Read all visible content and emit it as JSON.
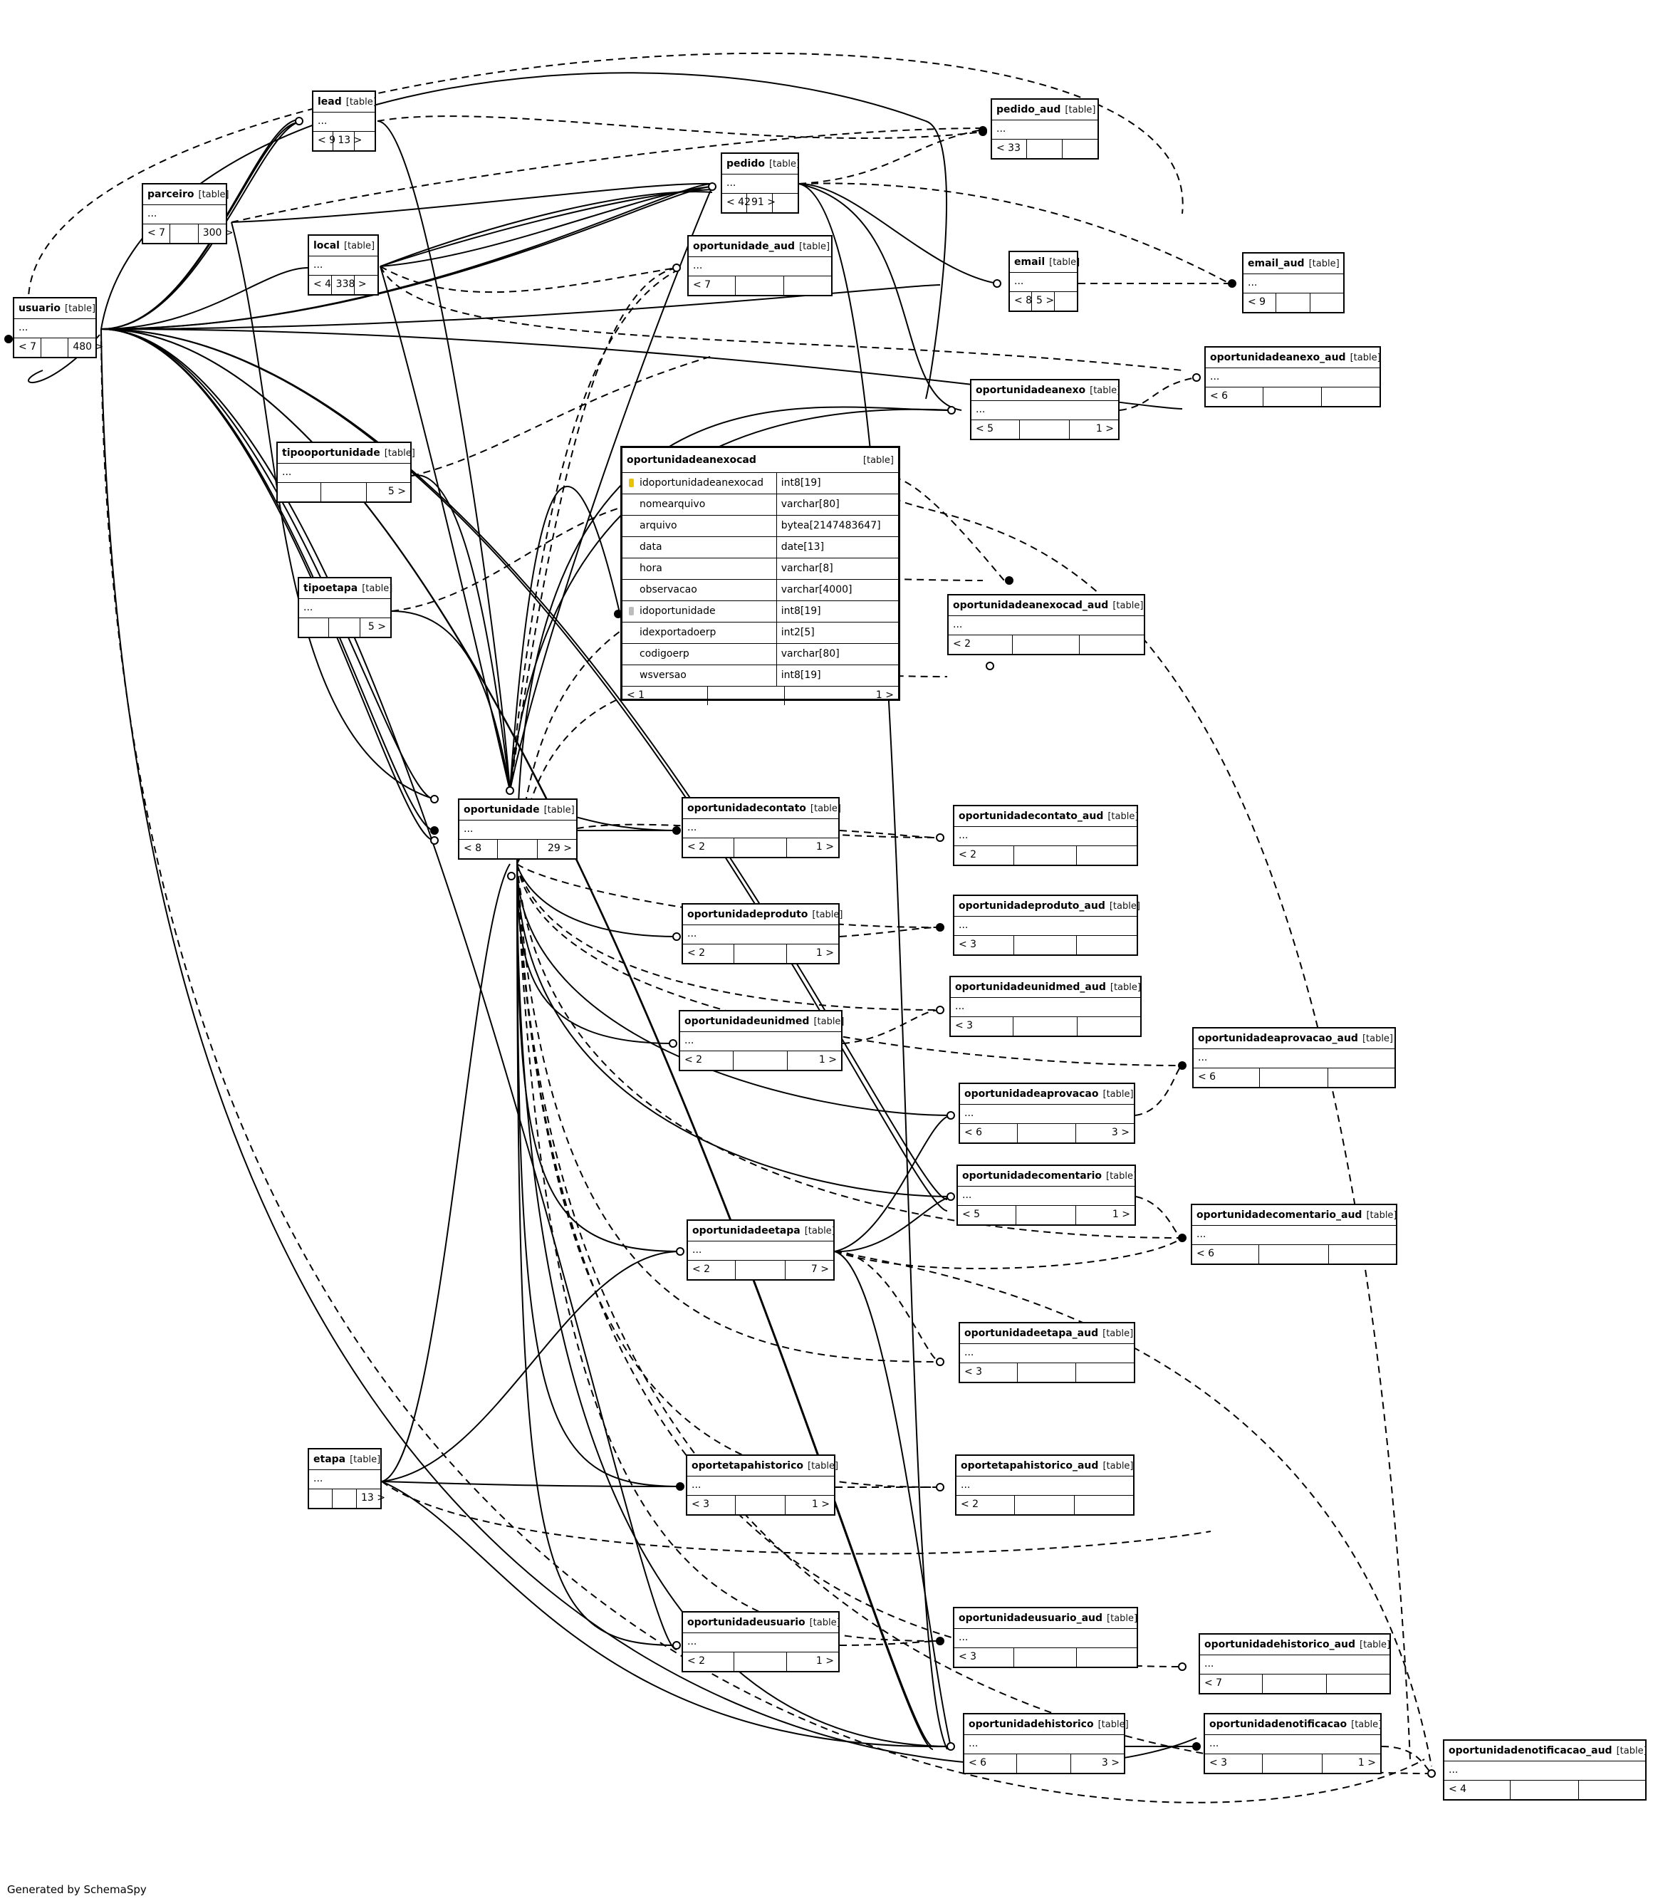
{
  "table_tag": "[table]",
  "tables": {
    "usuario": {
      "name": "usuario",
      "body": "...",
      "left": "< 7",
      "mid": "",
      "right": "480 >"
    },
    "lead": {
      "name": "lead",
      "body": "...",
      "left": "< 9",
      "mid": "13 >",
      "right": ""
    },
    "parceiro": {
      "name": "parceiro",
      "body": "...",
      "left": "< 7",
      "mid": "",
      "right": "300 >"
    },
    "local": {
      "name": "local",
      "body": "...",
      "left": "< 4",
      "mid": "338 >",
      "right": ""
    },
    "pedido": {
      "name": "pedido",
      "body": "...",
      "left": "< 42",
      "mid": "91 >",
      "right": ""
    },
    "pedido_aud": {
      "name": "pedido_aud",
      "body": "...",
      "left": "< 33",
      "mid": "",
      "right": ""
    },
    "oportunidade_aud": {
      "name": "oportunidade_aud",
      "body": "...",
      "left": "< 7",
      "mid": "",
      "right": ""
    },
    "email": {
      "name": "email",
      "body": "...",
      "left": "< 8",
      "mid": "5 >",
      "right": ""
    },
    "email_aud": {
      "name": "email_aud",
      "body": "...",
      "left": "< 9",
      "mid": "",
      "right": ""
    },
    "oportunidadeanexo_aud": {
      "name": "oportunidadeanexo_aud",
      "body": "...",
      "left": "< 6",
      "mid": "",
      "right": ""
    },
    "oportunidadeanexo": {
      "name": "oportunidadeanexo",
      "body": "...",
      "left": "< 5",
      "mid": "",
      "right": "1 >"
    },
    "tipooportunidade": {
      "name": "tipooportunidade",
      "body": "...",
      "left": "",
      "mid": "",
      "right": "5 >"
    },
    "tipoetapa": {
      "name": "tipoetapa",
      "body": "...",
      "left": "",
      "mid": "",
      "right": "5 >"
    },
    "oportunidadeanexocad_aud": {
      "name": "oportunidadeanexocad_aud",
      "body": "...",
      "left": "< 2",
      "mid": "",
      "right": ""
    },
    "oportunidade": {
      "name": "oportunidade",
      "body": "...",
      "left": "< 8",
      "mid": "",
      "right": "29 >"
    },
    "oportunidadecontato": {
      "name": "oportunidadecontato",
      "body": "...",
      "left": "< 2",
      "mid": "",
      "right": "1 >"
    },
    "oportunidadecontato_aud": {
      "name": "oportunidadecontato_aud",
      "body": "...",
      "left": "< 2",
      "mid": "",
      "right": ""
    },
    "oportunidadeproduto": {
      "name": "oportunidadeproduto",
      "body": "...",
      "left": "< 2",
      "mid": "",
      "right": "1 >"
    },
    "oportunidadeproduto_aud": {
      "name": "oportunidadeproduto_aud",
      "body": "...",
      "left": "< 3",
      "mid": "",
      "right": ""
    },
    "oportunidadeunidmed": {
      "name": "oportunidadeunidmed",
      "body": "...",
      "left": "< 2",
      "mid": "",
      "right": "1 >"
    },
    "oportunidadeunidmed_aud": {
      "name": "oportunidadeunidmed_aud",
      "body": "...",
      "left": "< 3",
      "mid": "",
      "right": ""
    },
    "oportunidadeaprovacao_aud": {
      "name": "oportunidadeaprovacao_aud",
      "body": "...",
      "left": "< 6",
      "mid": "",
      "right": ""
    },
    "oportunidadeaprovacao": {
      "name": "oportunidadeaprovacao",
      "body": "...",
      "left": "< 6",
      "mid": "",
      "right": "3 >"
    },
    "oportunidadecomentario": {
      "name": "oportunidadecomentario",
      "body": "...",
      "left": "< 5",
      "mid": "",
      "right": "1 >"
    },
    "oportunidadecomentario_aud": {
      "name": "oportunidadecomentario_aud",
      "body": "...",
      "left": "< 6",
      "mid": "",
      "right": ""
    },
    "oportunidadeetapa": {
      "name": "oportunidadeetapa",
      "body": "...",
      "left": "< 2",
      "mid": "",
      "right": "7 >"
    },
    "oportunidadeetapa_aud": {
      "name": "oportunidadeetapa_aud",
      "body": "...",
      "left": "< 3",
      "mid": "",
      "right": ""
    },
    "etapa": {
      "name": "etapa",
      "body": "...",
      "left": "",
      "mid": "",
      "right": "13 >"
    },
    "oportetapahistorico": {
      "name": "oportetapahistorico",
      "body": "...",
      "left": "< 3",
      "mid": "",
      "right": "1 >"
    },
    "oportetapahistorico_aud": {
      "name": "oportetapahistorico_aud",
      "body": "...",
      "left": "< 2",
      "mid": "",
      "right": ""
    },
    "oportunidadeusuario": {
      "name": "oportunidadeusuario",
      "body": "...",
      "left": "< 2",
      "mid": "",
      "right": "1 >"
    },
    "oportunidadeusuario_aud": {
      "name": "oportunidadeusuario_aud",
      "body": "...",
      "left": "< 3",
      "mid": "",
      "right": ""
    },
    "oportunidadehistorico_aud": {
      "name": "oportunidadehistorico_aud",
      "body": "...",
      "left": "< 7",
      "mid": "",
      "right": ""
    },
    "oportunidadehistorico": {
      "name": "oportunidadehistorico",
      "body": "...",
      "left": "< 6",
      "mid": "",
      "right": "3 >"
    },
    "oportunidadenotificacao": {
      "name": "oportunidadenotificacao",
      "body": "...",
      "left": "< 3",
      "mid": "",
      "right": "1 >"
    },
    "oportunidadenotificacao_aud": {
      "name": "oportunidadenotificacao_aud",
      "body": "...",
      "left": "< 4",
      "mid": "",
      "right": ""
    }
  },
  "focus_table": {
    "name": "oportunidadeanexocad",
    "columns": [
      {
        "name": "idoportunidadeanexocad",
        "type": "int8[19]",
        "key": "pk"
      },
      {
        "name": "nomearquivo",
        "type": "varchar[80]",
        "key": ""
      },
      {
        "name": "arquivo",
        "type": "bytea[2147483647]",
        "key": ""
      },
      {
        "name": "data",
        "type": "date[13]",
        "key": ""
      },
      {
        "name": "hora",
        "type": "varchar[8]",
        "key": ""
      },
      {
        "name": "observacao",
        "type": "varchar[4000]",
        "key": ""
      },
      {
        "name": "idoportunidade",
        "type": "int8[19]",
        "key": "fk"
      },
      {
        "name": "idexportadoerp",
        "type": "int2[5]",
        "key": ""
      },
      {
        "name": "codigoerp",
        "type": "varchar[80]",
        "key": ""
      },
      {
        "name": "wsversao",
        "type": "int8[19]",
        "key": ""
      }
    ],
    "left": "< 1",
    "mid": "",
    "right": "1 >"
  },
  "footer": "Generated by SchemaSpy"
}
